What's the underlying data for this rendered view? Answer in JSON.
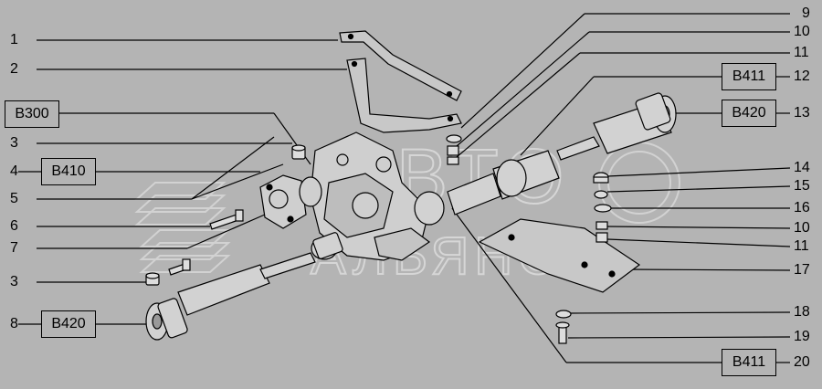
{
  "callouts_left": [
    "1",
    "2",
    "3",
    "4",
    "5",
    "6",
    "7",
    "3",
    "8"
  ],
  "callouts_right": [
    "9",
    "10",
    "11",
    "12",
    "13",
    "14",
    "15",
    "16",
    "10",
    "11",
    "17",
    "18",
    "19",
    "20"
  ],
  "codes": {
    "b300": "B300",
    "b410": "B410",
    "b420_left": "B420",
    "b411_top": "B411",
    "b420_right": "B420",
    "b411_bottom": "B411"
  },
  "watermark": {
    "line1": "АВТО",
    "line2": "АЛЬЯНС"
  },
  "colors": {
    "background": "#b4b4b4",
    "ink": "#000000"
  }
}
